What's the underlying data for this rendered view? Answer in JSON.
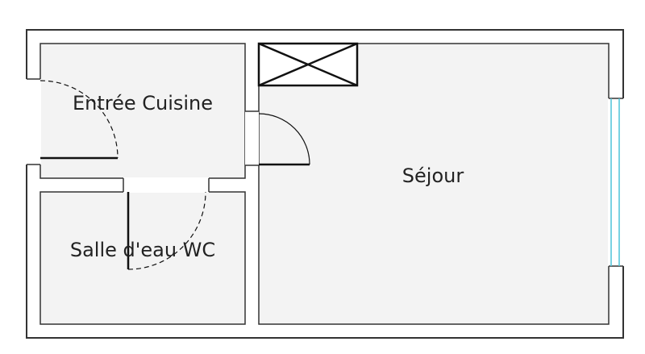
{
  "rooms": {
    "entree_cuisine": "Entrée Cuisine",
    "sejour": "Séjour",
    "salle_deau_wc": "Salle d'eau WC"
  },
  "colors": {
    "wall": "#111111",
    "floor": "#f3f3f3",
    "background": "#ffffff",
    "window": "#4fc3d9"
  }
}
